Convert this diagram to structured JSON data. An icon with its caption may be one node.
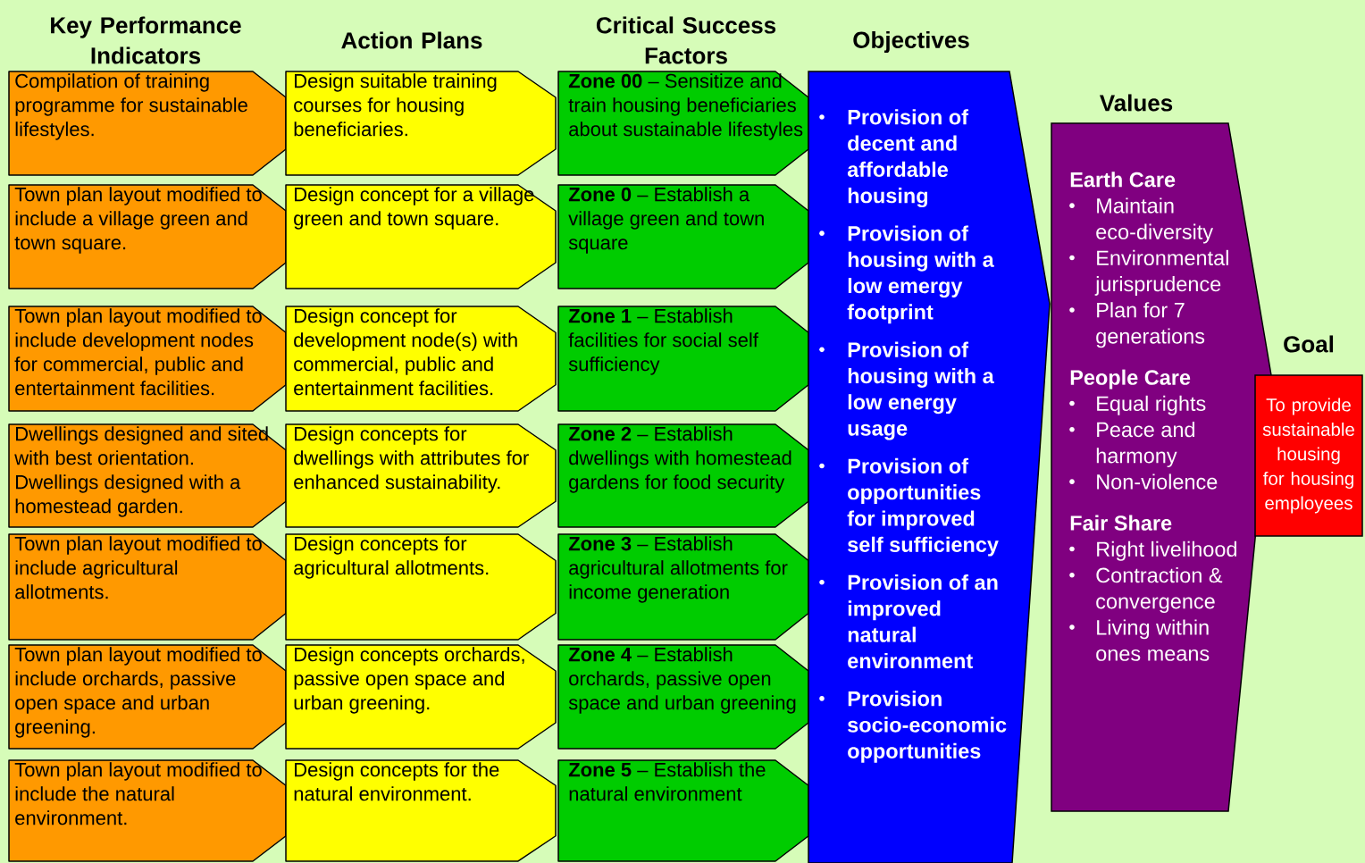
{
  "diagram": {
    "nodes": [
      {
        "text": [
          "Compilation of training programme for sustainable lifestyles."
        ]
      },
      {
        "text": [
          "Town plan layout modified to include a village green and town square."
        ]
      },
      {
        "text": [
          "Town plan layout modified to include development nodes for commercial, public and entertainment facilities."
        ]
      },
      {
        "text": [
          "Dwellings designed and sited with best orientation. Dwellings designed with a homestead garden."
        ]
      },
      {
        "text": [
          "Town plan layout modified to include agricultural allotments."
        ]
      },
      {
        "text": [
          "Town plan layout modified to include orchards, passive open space and urban greening."
        ]
      },
      {
        "text": [
          "Town plan layout modified to include the natural environment."
        ]
      },
      {
        "text": [
          "Design suitable training courses for housing beneficiaries."
        ]
      },
      {
        "text": [
          "Design concept for a village green and town square."
        ]
      },
      {
        "text": [
          "Design concept for development node(s) with commercial, public and entertainment facilities."
        ]
      },
      {
        "text": [
          "Design concepts for dwellings with attributes for enhanced sustainability."
        ]
      },
      {
        "text": [
          "Design concepts for agricultural allotments."
        ]
      },
      {
        "text": [
          "Design concepts orchards, passive open space and urban greening."
        ]
      },
      {
        "text": [
          "Design concepts for the natural environment."
        ]
      },
      {
        "text": [
          "**Zone 00** – Sensitize and train housing beneficiaries about sustainable lifestyles"
        ]
      },
      {
        "text": [
          "**Zone 0** – Establish a village green and town square"
        ]
      },
      {
        "text": [
          "**Zone 1** – Establish facilities for social self sufficiency"
        ]
      },
      {
        "text": [
          "**Zone 2** – Establish dwellings with homestead gardens for food security"
        ]
      },
      {
        "text": [
          "**Zone 3** – Establish agricultural allotments for income generation"
        ]
      },
      {
        "text": [
          "**Zone 4** – Establish orchards, passive open space and urban greening"
        ]
      },
      {
        "text": [
          "**Zone 5** – Establish the natural environment"
        ]
      },
      {
        "text": [
          "Objectives",
          "Provision of decent and affordable housing",
          "Provision of housing with a low emergy footprint",
          "Provision of housing with a low energy usage",
          "Provision of opportunities for improved self sufficiency",
          "Provision of an improved natural environment",
          "Provision socio-economic opportunities"
        ]
      },
      {
        "text": [
          "Values",
          "Earth Care",
          "Maintain eco-diversity",
          "Environmental jurisprudence",
          "Plan for 7 generations",
          "People Care",
          "Equal rights",
          "Peace and harmony",
          "Non-violence",
          "Fair Share",
          "Right livelihood",
          "Contraction & convergence",
          "Living within ones means"
        ]
      },
      {
        "text": [
          "Goal",
          "To provide sustainable housing for housing employees"
        ]
      }
    ],
    "labels": [
      "Key Performance Indicators",
      "Action Plans",
      "Critical Success Factors"
    ]
  }
}
